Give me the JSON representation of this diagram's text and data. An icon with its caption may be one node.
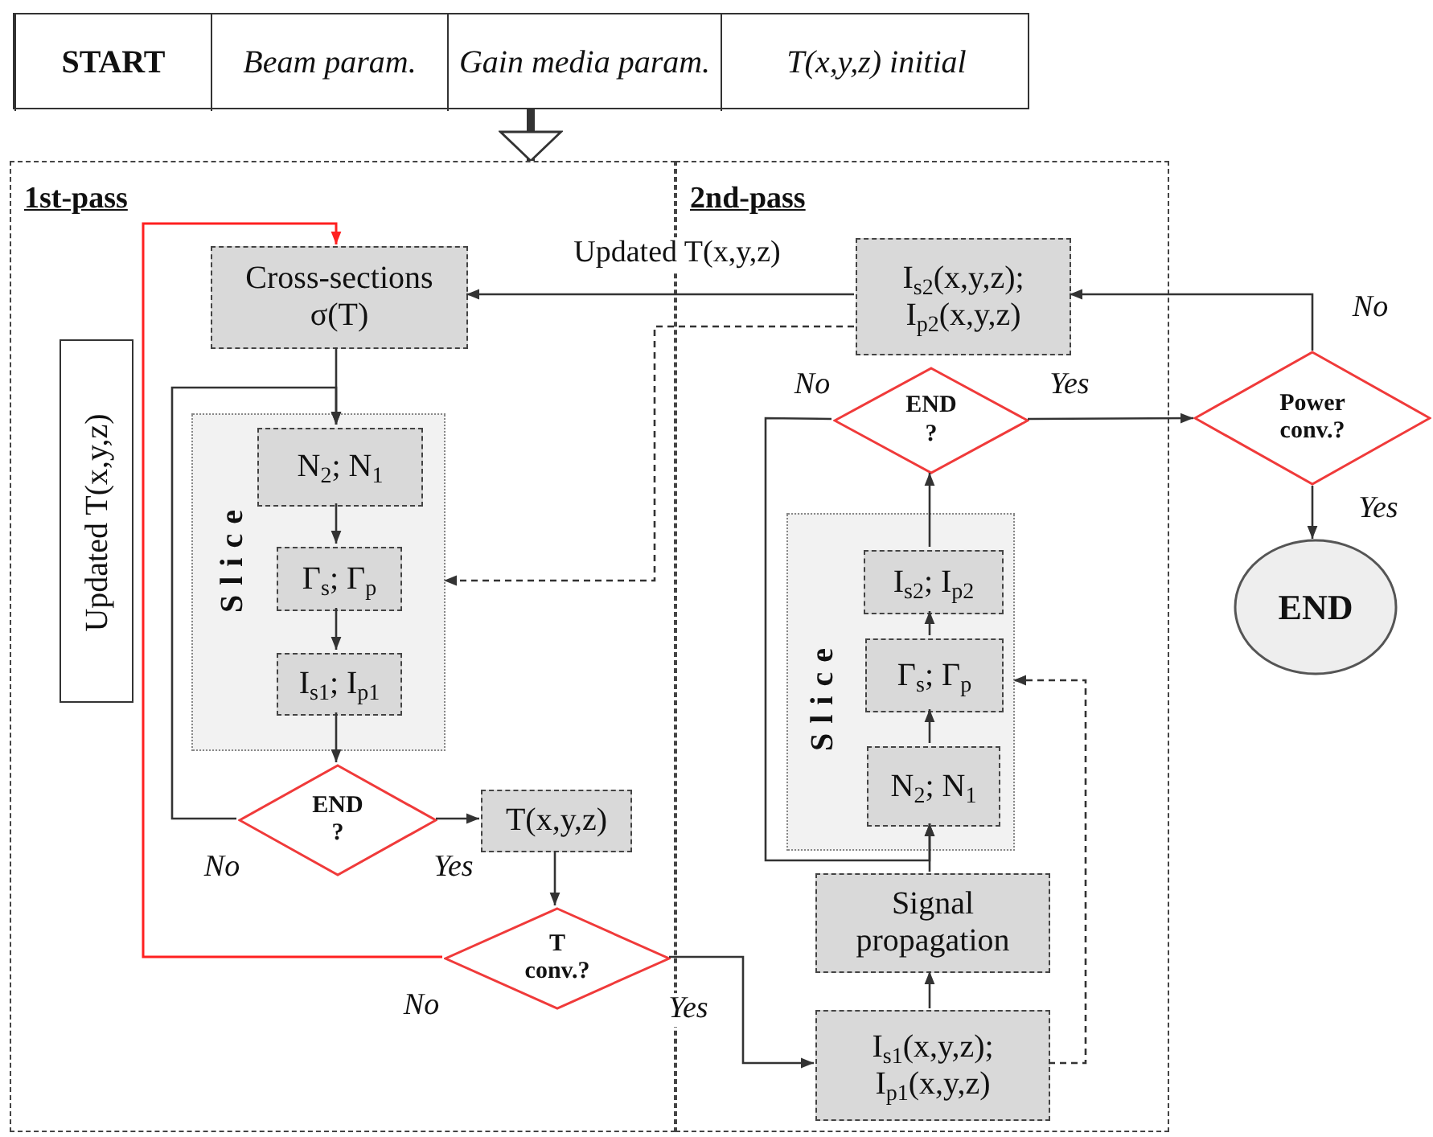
{
  "diagram": {
    "nodes": [
      {
        "text": [],
        "shape": "box"
      },
      {
        "text": [
          "START"
        ],
        "in": 0
      },
      {
        "text": [
          "Beam param."
        ],
        "in": 0
      },
      {
        "text": [
          "Gain media param."
        ],
        "in": 0
      },
      {
        "text": [
          "T(x,y,z) initial"
        ],
        "in": 0
      },
      {
        "text": [
          "1st-pass"
        ]
      },
      {
        "text": [
          "2nd-pass"
        ]
      },
      {
        "text": [
          "Cross-sections σ(T)"
        ],
        "in": 5
      },
      {
        "text": [
          "Updated T(x,y,z)"
        ],
        "in": 5
      },
      {
        "text": [
          "Slice"
        ],
        "in": 5
      },
      {
        "text": [
          "N$_{2}$; N$_{1}$"
        ],
        "in": 9
      },
      {
        "text": [
          "Γ$_{s}$; Γ$_{p}$"
        ],
        "in": 9
      },
      {
        "text": [
          "I$_{s1}$; I$_{p1}$"
        ],
        "in": 9
      },
      {
        "text": [
          "END ?"
        ],
        "in": 5
      },
      {
        "text": [
          "T(x,y,z)"
        ],
        "in": 5
      },
      {
        "text": [
          "T conv.?"
        ],
        "in": 5
      },
      {
        "text": [
          "I$_{s2}$(x,y,z); I$_{p2}$(x,y,z)"
        ],
        "in": 6
      },
      {
        "text": [
          "END ?"
        ],
        "in": 6
      },
      {
        "text": [
          "Slice"
        ],
        "in": 6
      },
      {
        "text": [
          "I$_{s2}$; I$_{p2}$"
        ],
        "in": 18
      },
      {
        "text": [
          "Γ$_{s}$; Γ$_{p}$"
        ],
        "in": 18
      },
      {
        "text": [
          "N$_{2}$; N$_{1}$"
        ],
        "in": 18
      },
      {
        "text": [
          "Signal propagation"
        ],
        "in": 6
      },
      {
        "text": [
          "I$_{s1}$(x,y,z); I$_{p1}$(x,y,z)"
        ],
        "in": 6
      },
      {
        "text": [
          "Power conv.?"
        ]
      },
      {
        "text": [
          "END"
        ]
      }
    ],
    "edges": [
      {
        "from": 0,
        "to": 5,
        "arrow": "to",
        "style": "thick"
      },
      {
        "from": 7,
        "to": 10,
        "arrow": "to"
      },
      {
        "from": 10,
        "to": 11,
        "arrow": "to"
      },
      {
        "from": 11,
        "to": 12,
        "arrow": "to"
      },
      {
        "from": 12,
        "to": 13,
        "arrow": "to"
      },
      {
        "from": 13,
        "to": 10,
        "arrow": "to",
        "label": "No"
      },
      {
        "from": 13,
        "to": 14,
        "arrow": "to",
        "label": "Yes"
      },
      {
        "from": 14,
        "to": 15,
        "arrow": "to"
      },
      {
        "from": 15,
        "to": 7,
        "arrow": "to",
        "label": "No",
        "color": "#ff2020"
      },
      {
        "from": 15,
        "to": 23,
        "arrow": "to",
        "label": "Yes"
      },
      {
        "from": 23,
        "to": 22,
        "arrow": "to"
      },
      {
        "from": 22,
        "to": 21,
        "arrow": "to"
      },
      {
        "from": 21,
        "to": 20,
        "arrow": "to"
      },
      {
        "from": 20,
        "to": 19,
        "arrow": "to"
      },
      {
        "from": 19,
        "to": 17,
        "arrow": "to"
      },
      {
        "from": 17,
        "to": 21,
        "arrow": "to",
        "label": "No"
      },
      {
        "from": 17,
        "to": 24,
        "arrow": "to",
        "label": "Yes"
      },
      {
        "from": 24,
        "to": 16,
        "arrow": "to",
        "label": "No"
      },
      {
        "from": 24,
        "to": 25,
        "arrow": "to",
        "label": "Yes"
      },
      {
        "from": 16,
        "to": 7,
        "arrow": "to",
        "label": "Updated T(x,y,z)"
      },
      {
        "from": 16,
        "to": 9,
        "arrow": "to",
        "style": "dashed"
      },
      {
        "from": 23,
        "to": 18,
        "arrow": "to",
        "style": "dashed"
      }
    ]
  }
}
